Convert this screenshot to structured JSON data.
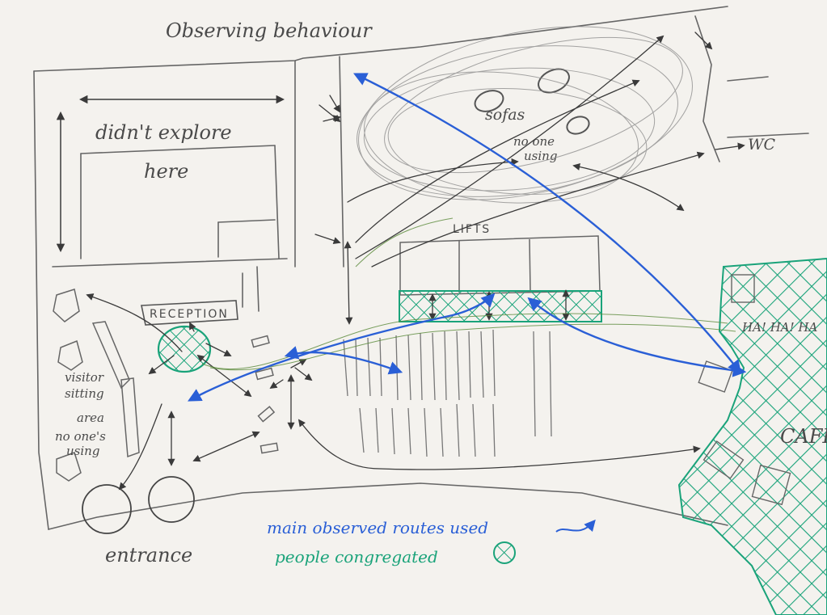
{
  "title": "Observing behaviour",
  "labels": {
    "unexplored_line1": "didn't explore",
    "unexplored_line2": "here",
    "sofas": "sofas",
    "sofas_note_line1": "no one",
    "sofas_note_line2": "using",
    "lifts": "LIFTS",
    "reception": "RECEPTION",
    "visitor_area_line1": "visitor",
    "visitor_area_line2": "sitting",
    "visitor_area_line3": "area",
    "visitor_area_line4": "no one's",
    "visitor_area_line5": "using",
    "entrance": "entrance",
    "cafe": "CAFE",
    "wc": "WC",
    "cafe_sign": "HA! HA! HA"
  },
  "legend": {
    "routes_label": "main observed routes used",
    "congregated_label": "people congregated"
  },
  "colors": {
    "pencil": "#555555",
    "route_blue": "#2a5fd6",
    "congregate_green": "#1aa37a"
  }
}
